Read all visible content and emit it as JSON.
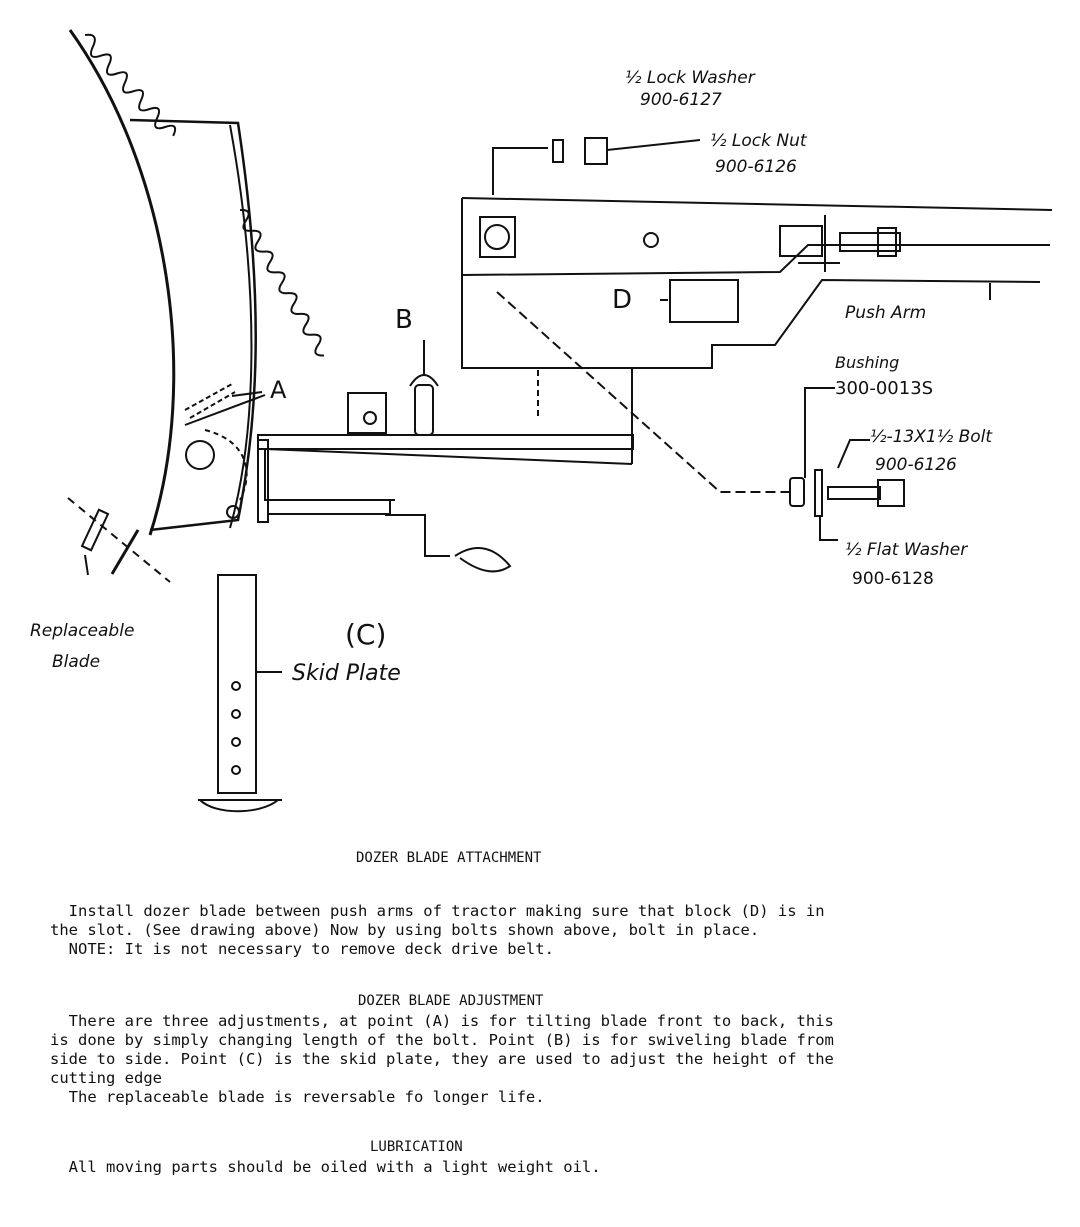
{
  "diagram": {
    "labels": {
      "lock_washer": "½ Lock Washer",
      "lock_washer_part": "900-6127",
      "lock_nut": "½ Lock Nut",
      "lock_nut_part": "900-6126",
      "point_b": "B",
      "point_a": "A",
      "point_d": "D",
      "push_arm": "Push Arm",
      "bushing": "Bushing",
      "bushing_part": "300-0013S",
      "bolt": "½-13X1½ Bolt",
      "bolt_part": "900-6126",
      "flat_washer": "½ Flat Washer",
      "flat_washer_part": "900-6128",
      "replaceable_blade_1": "Replaceable",
      "replaceable_blade_2": "Blade",
      "point_c": "(C)",
      "skid_plate": "Skid Plate"
    }
  },
  "sections": {
    "attachment": {
      "heading": "DOZER BLADE ATTACHMENT",
      "line1": "  Install dozer blade between push arms of tractor making sure that block (D) is in",
      "line2": "the slot. (See drawing above) Now by using bolts shown above, bolt in place.",
      "line3": "  NOTE: It is not necessary to remove deck drive belt."
    },
    "adjustment": {
      "heading": "DOZER BLADE ADJUSTMENT",
      "line1": "  There are three adjustments, at point (A) is for tilting blade front to back, this",
      "line2": "is done by simply changing length of the bolt. Point (B) is for swiveling blade from",
      "line3": "side to side. Point (C) is the skid plate, they are used to adjust the height of the",
      "line4": "cutting edge",
      "line5": "  The replaceable blade is reversable fo longer life."
    },
    "lubrication": {
      "heading": "LUBRICATION",
      "line1": "  All moving parts should be oiled with a light weight oil."
    }
  }
}
